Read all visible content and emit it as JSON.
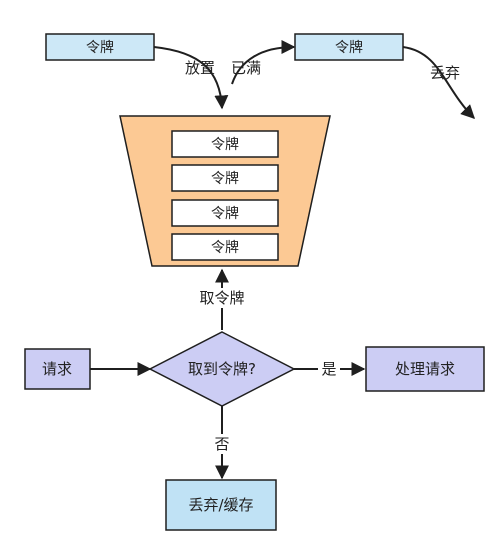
{
  "nodes": {
    "token_in": "令牌",
    "token_out": "令牌",
    "bucket_tokens": [
      "令牌",
      "令牌",
      "令牌",
      "令牌"
    ],
    "request": "请求",
    "decision": "取到令牌?",
    "handle": "处理请求",
    "discard_cache": "丢弃/缓存"
  },
  "edges": {
    "put": "放置",
    "full": "已满",
    "discard": "丢弃",
    "take_token": "取令牌",
    "yes": "是",
    "no": "否"
  },
  "colors": {
    "token_fill": "#cde8f7",
    "bucket_fill": "#fcc994",
    "decision_fill": "#cccdf4",
    "request_fill": "#cccdf4",
    "handle_fill": "#cccdf4",
    "discard_fill": "#c0e2f5",
    "stroke": "#1f1f1f",
    "slot_fill": "#ffffff"
  }
}
